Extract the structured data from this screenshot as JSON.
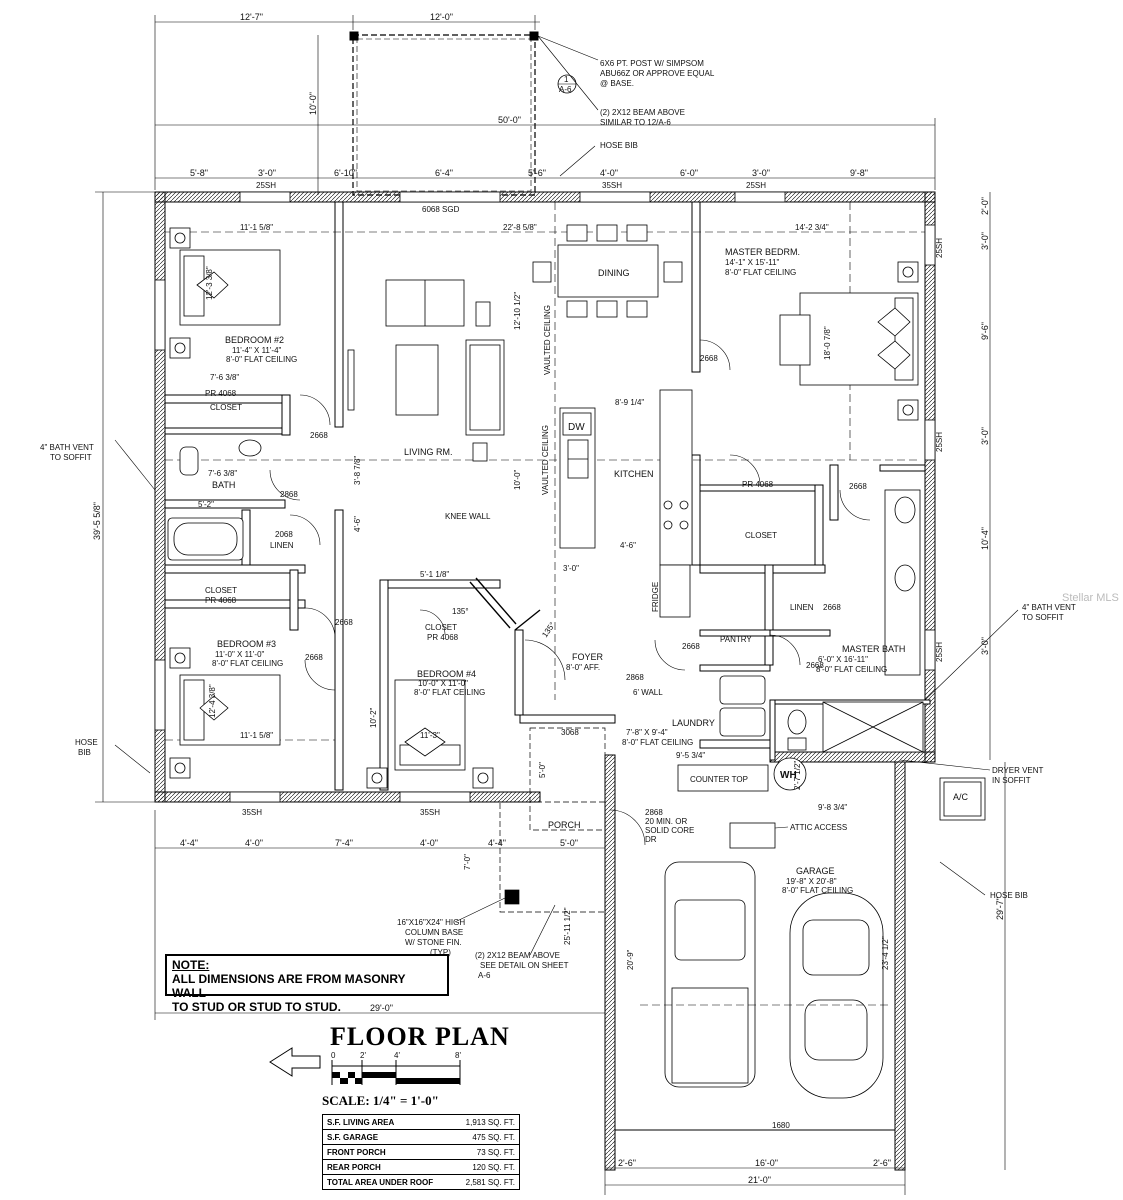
{
  "drawing": {
    "title": "FLOOR PLAN",
    "scale": "SCALE: 1/4\" = 1'-0\"",
    "scale_ticks": [
      "0",
      "2'",
      "4'",
      "8'"
    ],
    "watermark": "Stellar MLS",
    "note": {
      "heading": "NOTE:",
      "line1": "ALL DIMENSIONS ARE FROM MASONRY WALL",
      "line2": "TO STUD OR STUD TO STUD."
    },
    "area_table": [
      {
        "label": "S.F. LIVING AREA",
        "value": "1,913 SQ. FT."
      },
      {
        "label": "S.F. GARAGE",
        "value": "475 SQ. FT."
      },
      {
        "label": "FRONT PORCH",
        "value": "73 SQ. FT."
      },
      {
        "label": "REAR PORCH",
        "value": "120 SQ. FT."
      },
      {
        "label": "TOTAL AREA UNDER ROOF",
        "value": "2,581 SQ. FT."
      }
    ]
  },
  "rooms": {
    "bedroom2": {
      "name": "BEDROOM #2",
      "size": "11'-4\" X 11'-4\"",
      "ceiling": "8'-0\" FLAT CEILING"
    },
    "bedroom3": {
      "name": "BEDROOM #3",
      "size": "11'-0\" X 11'-0\"",
      "ceiling": "8'-0\" FLAT CEILING"
    },
    "bedroom4": {
      "name": "BEDROOM #4",
      "size": "10'-0\" X 11'-0\"",
      "ceiling": "8'-0\" FLAT CEILING"
    },
    "master": {
      "name": "MASTER BEDRM.",
      "size": "14'-1\" X 15'-11\"",
      "ceiling": "8'-0\" FLAT CEILING"
    },
    "master_bath": {
      "name": "MASTER BATH",
      "size": "6'-0\" X 16'-11\"",
      "ceiling": "8'-0\" FLAT CEILING"
    },
    "laundry": {
      "name": "LAUNDRY",
      "size": "7'-8\" X 9'-4\"",
      "ceiling": "8'-0\" FLAT CEILING"
    },
    "garage": {
      "name": "GARAGE",
      "size": "19'-8\" X 20'-8\"",
      "ceiling": "8'-0\" FLAT CEILING"
    },
    "foyer": {
      "name": "FOYER",
      "ceiling": "8'-0\" AFF."
    },
    "living": "LIVING RM.",
    "dining": "DINING",
    "kitchen": "KITCHEN",
    "bath": "BATH",
    "closet": "CLOSET",
    "linen": "LINEN",
    "pantry": "PANTRY",
    "porch": "PORCH",
    "counter_top": "COUNTER TOP",
    "wh": "WH",
    "ac": "A/C",
    "dw": "DW",
    "fridge": "FRIDGE",
    "vaulted": "VAULTED CEILING",
    "knee_wall": "KNEE WALL",
    "six_wall": "6' WALL",
    "attic": "ATTIC ACCESS",
    "sgd": "6068 SGD"
  },
  "callouts": {
    "post": [
      "6X6 PT. POST W/ SIMPSOM",
      "ABU66Z OR APPROVE EQUAL",
      "@ BASE."
    ],
    "beam_top": [
      "(2) 2X12 BEAM ABOVE",
      "SIMILAR TO 12/A-6"
    ],
    "hose_bib": "HOSE BIB",
    "hose_bib_left": [
      "HOSE",
      "BIB"
    ],
    "bath_vent_left": [
      "4\" BATH VENT",
      "TO SOFFIT"
    ],
    "bath_vent_right": [
      "4\" BATH VENT",
      "TO SOFFIT"
    ],
    "dryer_vent": [
      "DRYER VENT",
      "IN SOFFIT"
    ],
    "column": [
      "16\"X16\"X24\" HIGH",
      "COLUMN BASE",
      "W/ STONE FIN.",
      "(TYP)"
    ],
    "beam_porch": [
      "(2) 2X12 BEAM ABOVE",
      "SEE DETAIL ON SHEET",
      "A-6"
    ],
    "section_num": "1",
    "section_sheet": "A-6",
    "door_garage": [
      "2868",
      "20 MIN. OR",
      "SOLID CORE",
      "DR"
    ]
  },
  "dims": {
    "top_left": "12'-7\"",
    "top_mid": "12'-0\"",
    "rear_depth": "10'-0\"",
    "overall_w": "50'-0\"",
    "seg1": "5'-8\"",
    "seg2": "3'-0\"",
    "seg3": "6'-10\"",
    "seg4": "6'-4\"",
    "seg5": "5'-6\"",
    "seg6": "4'-0\"",
    "seg7": "6'-0\"",
    "seg8": "3'-0\"",
    "seg9": "9'-8\"",
    "w25sh": "25SH",
    "w35sh": "35SH",
    "bot1": "4'-4\"",
    "bot2": "4'-0\"",
    "bot3": "7'-4\"",
    "bot4": "4'-0\"",
    "bot5": "4'-4\"",
    "bot6": "5'-0\"",
    "overall_left": "29'-0\"",
    "overall_right": "21'-0\"",
    "g1": "2'-6\"",
    "g2": "16'-0\"",
    "g3": "2'-6\"",
    "garage_door": "1680",
    "left_overall": "39'-5 5/8\"",
    "r1": "2'-0\"",
    "r2": "3'-0\"",
    "r3": "9'-6\"",
    "r4": "3'-0\"",
    "r5": "10'-4\"",
    "r6": "3'-0\"",
    "r7": "29'-7\"",
    "d_b2w": "11'-1 5/8\"",
    "d_b2h": "12'-3 3/8\"",
    "d_clos": "7'-6 3/8\"",
    "d_pr": "PR 4068",
    "d_bath": "7'-6 3/8\"",
    "d_52": "5'-2\"",
    "d_linen": "2068",
    "d_b3h": "12'-4 3/8\"",
    "d_b3w": "11'-1 5/8\"",
    "d_liv": "22'-8 5/8\"",
    "d_liv_h": "12'-10 1/2\"",
    "d_378": "3'-8 7/8\"",
    "d_46": "4'-6\"",
    "d_b4w": "11'-3\"",
    "d_b4h": "10'-2\"",
    "d_5118": "5'-1 1/8\"",
    "d_kit": "8'-9 1/4\"",
    "d_kit_h": "10'-0\"",
    "d_45": "4'-6\"",
    "d_30": "3'-0\"",
    "d_mw": "14'-2 3/4\"",
    "d_mh": "18'-0 7/8\"",
    "d_2668": "2668",
    "d_2868": "2868",
    "d_3068": "3068",
    "d_porch": "5'-0\"",
    "d_porch_d": "7'-0\"",
    "d_25": "25'-11 1/2\"",
    "d_g_l": "20'-9\"",
    "d_g_r": "23'-4 1/2\"",
    "d_983": "9'-8 3/4\"",
    "d_953": "9'-5 3/4\"",
    "d_2712": "2'-7 1/2\"",
    "d_135": "135°"
  }
}
